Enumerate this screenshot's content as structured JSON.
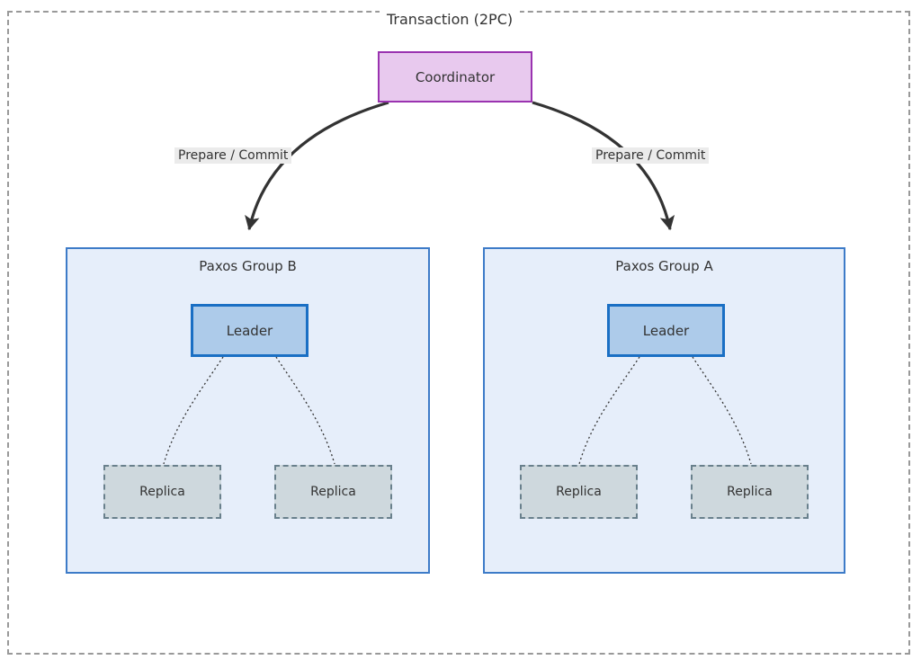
{
  "diagram": {
    "type": "flowchart",
    "boundary": {
      "label": "Transaction (2PC)",
      "style": "dashed",
      "color": "#999999"
    },
    "colors": {
      "coordinator_fill": "#e8c9ee",
      "coordinator_stroke": "#9a33b0",
      "group_fill": "#e6eefa",
      "group_stroke": "#3d7bc8",
      "leader_fill": "#adcbea",
      "leader_stroke": "#1a6fc4",
      "replica_fill": "#ced8dd",
      "replica_stroke": "#69808c",
      "edge_stroke": "#333333",
      "edge_label_bg": "#ebebeb",
      "text": "#333333"
    },
    "coordinator": {
      "label": "Coordinator"
    },
    "edges": [
      {
        "from": "Coordinator",
        "to": "Paxos Group B",
        "label": "Prepare / Commit",
        "style": "solid-arrow"
      },
      {
        "from": "Coordinator",
        "to": "Paxos Group A",
        "label": "Prepare / Commit",
        "style": "solid-arrow"
      },
      {
        "from": "Leader B",
        "to": "Replica B1",
        "label": "",
        "style": "dotted"
      },
      {
        "from": "Leader B",
        "to": "Replica B2",
        "label": "",
        "style": "dotted"
      },
      {
        "from": "Leader A",
        "to": "Replica A1",
        "label": "",
        "style": "dotted"
      },
      {
        "from": "Leader A",
        "to": "Replica A2",
        "label": "",
        "style": "dotted"
      }
    ],
    "groups": [
      {
        "title": "Paxos Group B",
        "leader": {
          "label": "Leader"
        },
        "replicas": [
          {
            "label": "Replica"
          },
          {
            "label": "Replica"
          }
        ]
      },
      {
        "title": "Paxos Group A",
        "leader": {
          "label": "Leader"
        },
        "replicas": [
          {
            "label": "Replica"
          },
          {
            "label": "Replica"
          }
        ]
      }
    ]
  }
}
